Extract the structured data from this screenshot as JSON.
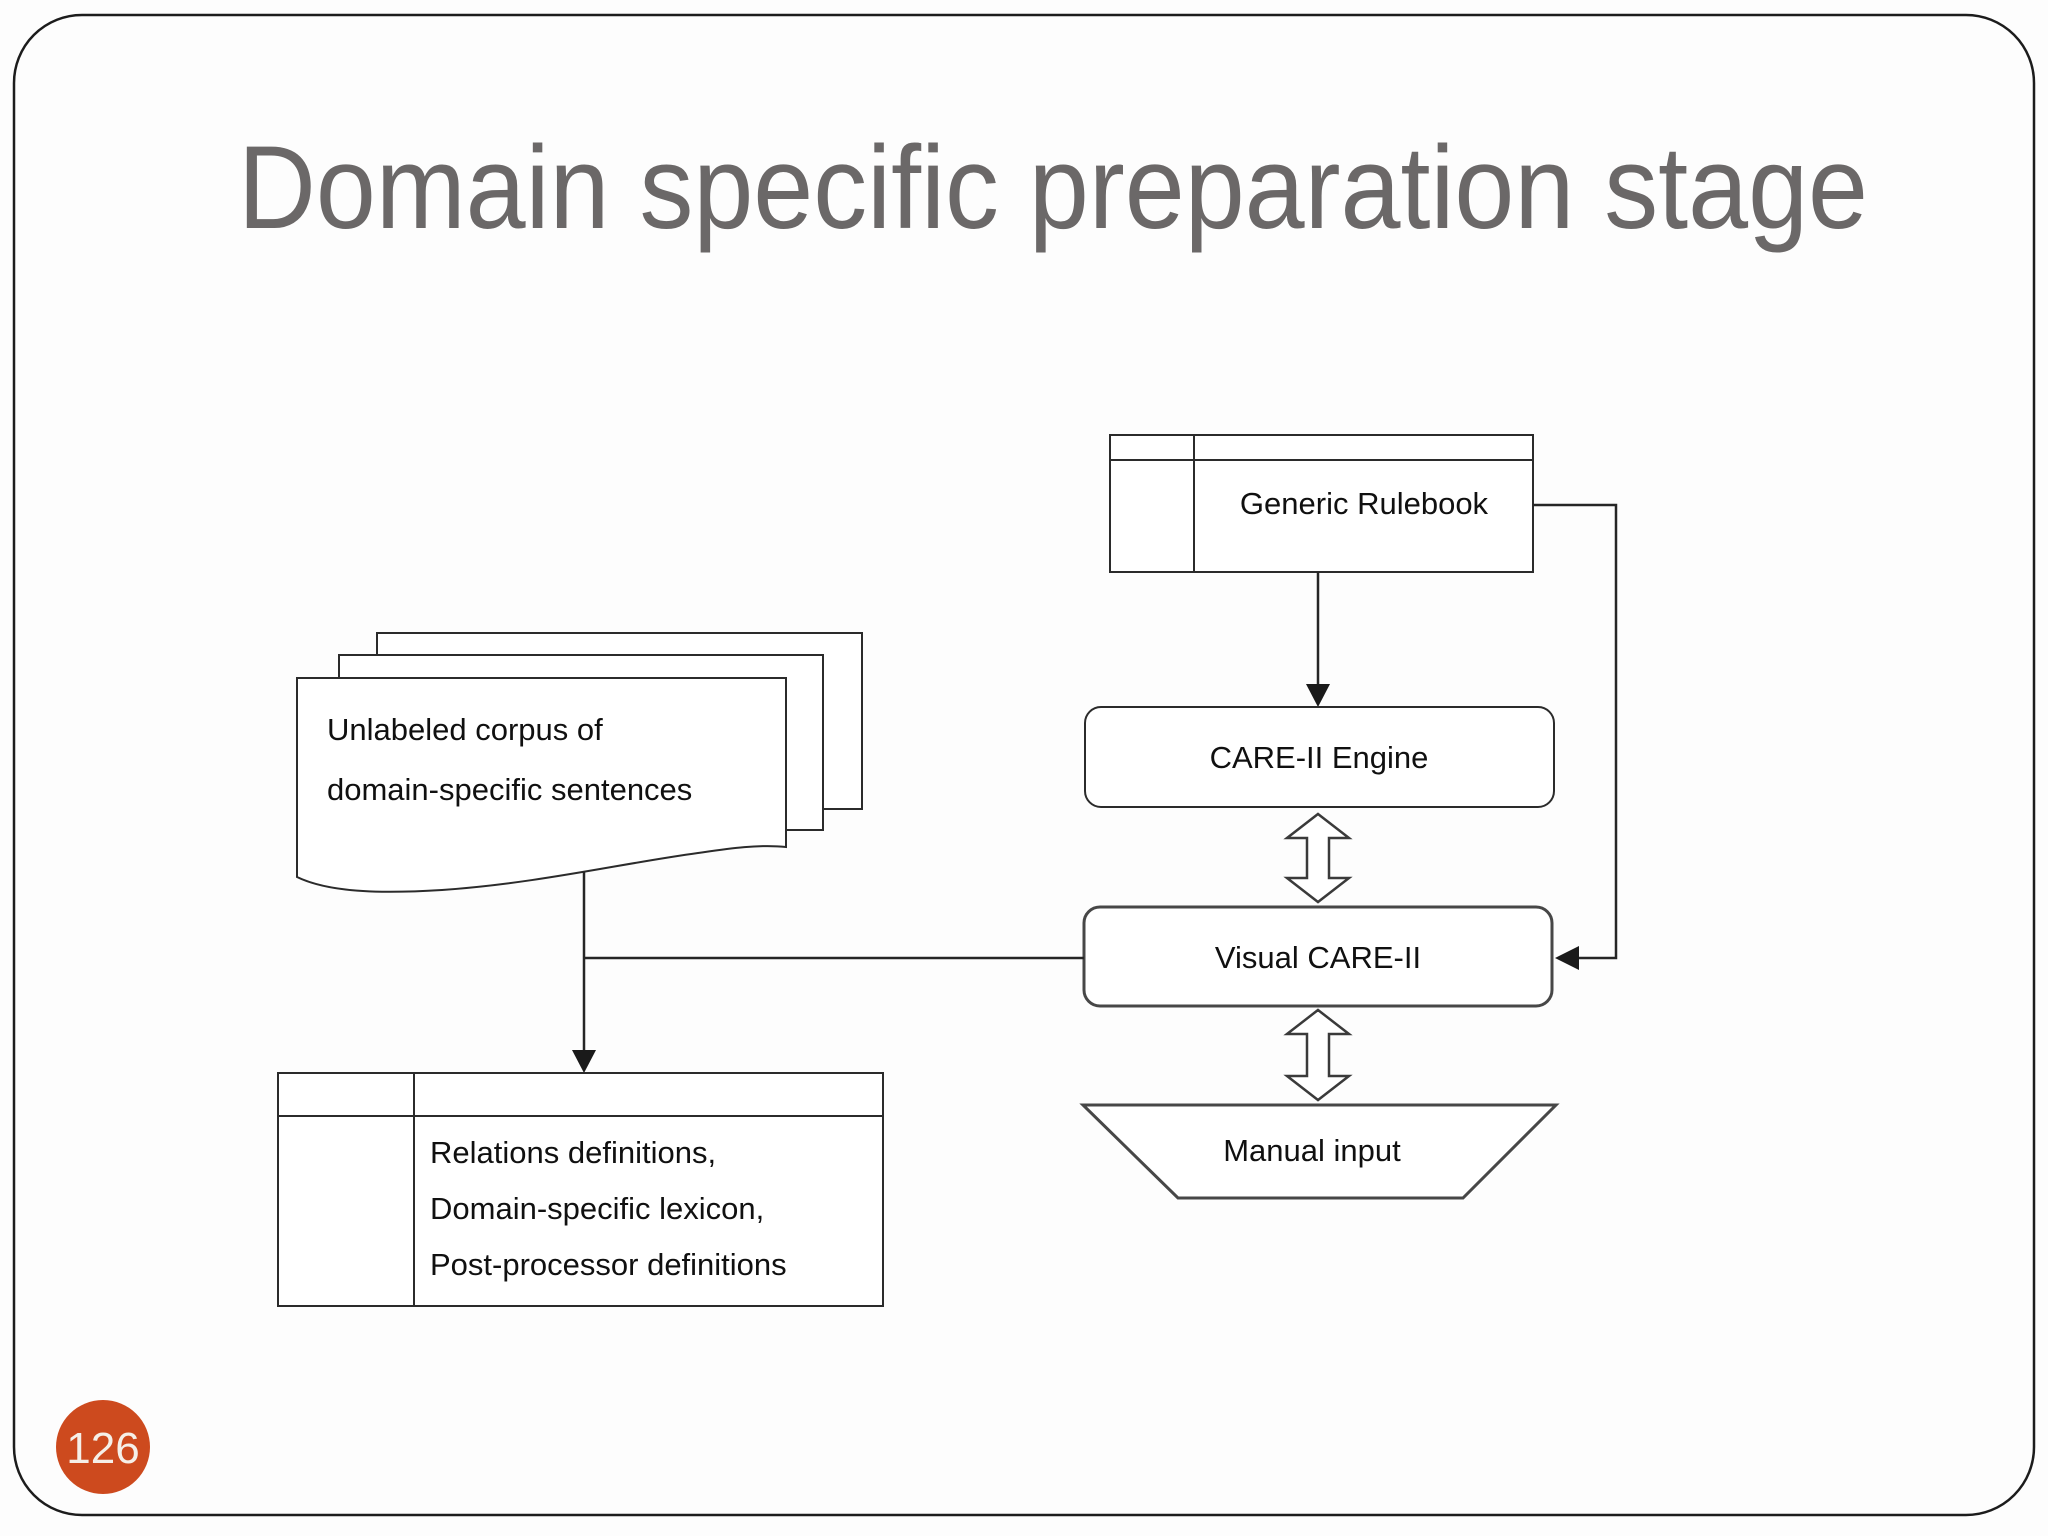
{
  "slide": {
    "title": "Domain specific preparation stage",
    "page_number": "126",
    "colors": {
      "title_gray": "#6b6868",
      "badge_orange": "#cd4a1e",
      "diagram_stroke": "#2b2b2b",
      "text_black": "#101010",
      "background": "#fdfdfd"
    }
  },
  "diagram": {
    "generic_rulebook": {
      "label": "Generic Rulebook"
    },
    "care_engine": {
      "label": "CARE-II Engine"
    },
    "visual_care": {
      "label": "Visual CARE-II"
    },
    "manual_input": {
      "label": "Manual input"
    },
    "corpus": {
      "line1": "Unlabeled corpus of",
      "line2": "domain-specific sentences"
    },
    "definitions_table": {
      "line1": "Relations definitions,",
      "line2": "Domain-specific lexicon,",
      "line3": "Post-processor definitions"
    }
  }
}
